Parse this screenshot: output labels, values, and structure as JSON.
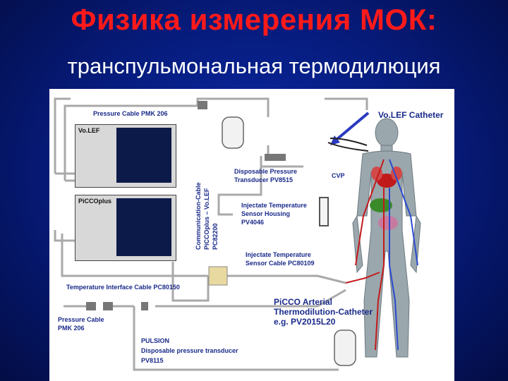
{
  "title": "Физика измерения МОК:",
  "subtitle": "транспульмональная термодилюция",
  "diagram": {
    "labels": {
      "pressure_cable_top": "Pressure Cable  PMK 206",
      "volef_catheter": "Vo.LEF Catheter",
      "disposable_transducer": "Disposable Pressure",
      "disposable_transducer_2": "Transducer PV8515",
      "cvp": "CVP",
      "injectate_housing_1": "Injectate Temperature",
      "injectate_housing_2": "Sensor Housing",
      "injectate_housing_3": "PV4046",
      "injectate_cable_1": "Injectate Temperature",
      "injectate_cable_2": "Sensor Cable PC80109",
      "temp_interface_cable": "Temperature Interface Cable PC80150",
      "pressure_cable_bottom_1": "Pressure Cable",
      "pressure_cable_bottom_2": "PMK 206",
      "picco_catheter_1": "PiCCO Arterial",
      "picco_catheter_2": "Thermodilution-Catheter",
      "picco_catheter_3": "e.g. PV2015L20",
      "pulsion_1": "PULSION",
      "pulsion_2": "Disposable pressure transducer",
      "pulsion_3": "PV8115",
      "comm_cable_1": "Communication-Cable",
      "comm_cable_2": "PiCCOplus – Vo.LEF",
      "comm_cable_3": "PC82200",
      "monitor_top": "Vo.LEF",
      "monitor_bottom": "PiCCOplus"
    }
  }
}
